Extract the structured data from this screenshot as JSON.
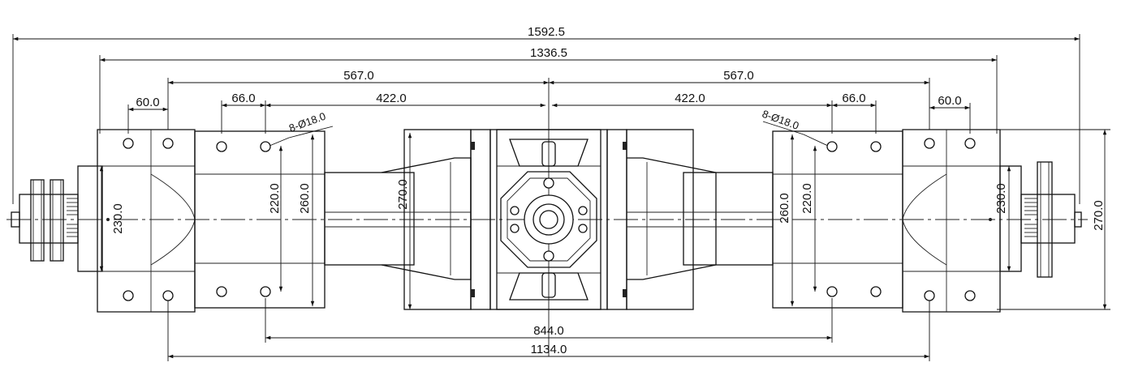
{
  "drawing": {
    "overall_length": "1592.5",
    "flange_span": "1336.5",
    "left_half": "567.0",
    "right_half": "567.0",
    "left_end_offset": "60.0",
    "right_end_offset": "60.0",
    "left_bolt_offset": "66.0",
    "right_bolt_offset": "66.0",
    "left_inner": "422.0",
    "right_inner": "422.0",
    "left_holes": "8-Ø18.0",
    "right_holes": "8-Ø18.0",
    "inner_bolt_span": "844.0",
    "outer_bolt_span": "1134.0",
    "left_flange_height": "230.0",
    "right_flange_height": "230.0",
    "left_bolt_height": "220.0",
    "right_bolt_height": "220.0",
    "left_pad_height": "260.0",
    "right_pad_height": "260.0",
    "center_height": "270.0",
    "overall_height": "270.0"
  }
}
